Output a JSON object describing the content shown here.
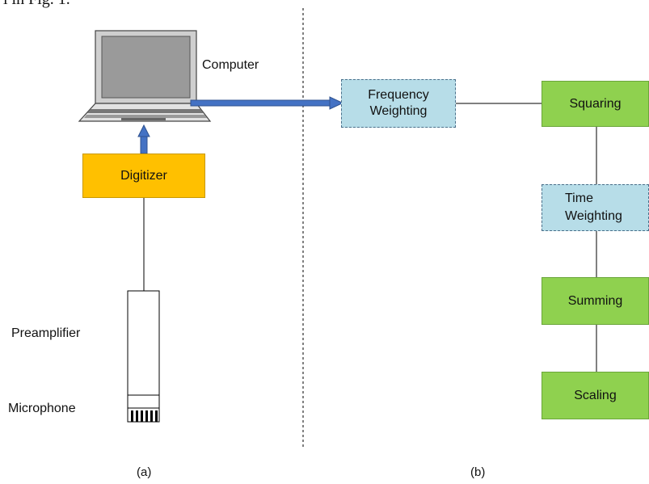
{
  "header_fragment": "l in Fig. 1.",
  "left_panel": {
    "computer_label": "Computer",
    "digitizer_label": "Digitizer",
    "preamplifier_label": "Preamplifier",
    "microphone_label": "Microphone",
    "caption": "(a)"
  },
  "right_panel": {
    "frequency_weighting": "Frequency Weighting",
    "squaring": "Squaring",
    "time_weighting": "Time Weighting",
    "summing": "Summing",
    "scaling": "Scaling",
    "caption": "(b)"
  },
  "colors": {
    "green": "#8fd14f",
    "light_blue": "#b7dde8",
    "orange": "#ffc000",
    "arrow_blue": "#4472c4"
  }
}
